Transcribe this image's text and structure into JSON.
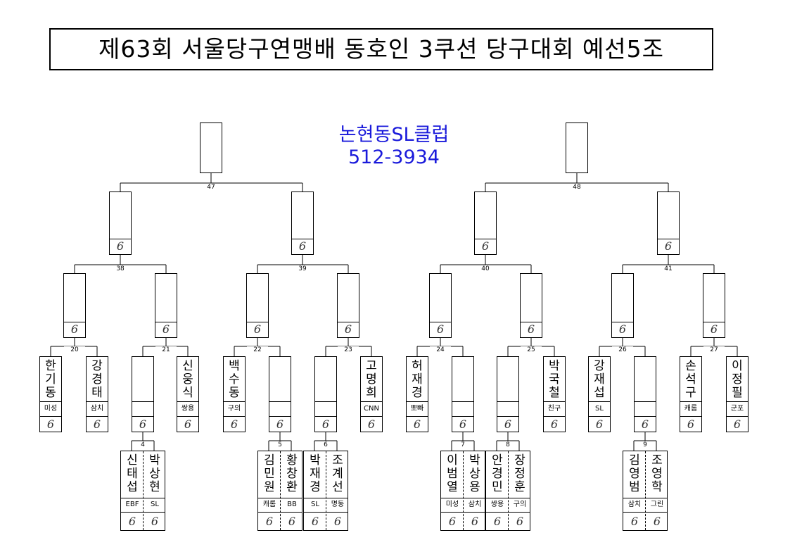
{
  "title": "제63회 서울당구연맹배 동호인 3쿠션 당구대회 예선5조",
  "club": {
    "name": "논현동SL클럽",
    "phone": "512-3934"
  },
  "score_mark": "6",
  "match_numbers": [
    "47",
    "48",
    "38",
    "39",
    "40",
    "41",
    "20",
    "21",
    "22",
    "23",
    "24",
    "25",
    "26",
    "27",
    "4",
    "5",
    "6",
    "7",
    "8",
    "9"
  ],
  "players": [
    {
      "name": "한기동",
      "aff": "미성"
    },
    {
      "name": "강경태",
      "aff": "삼치"
    },
    {
      "name": "신웅식",
      "aff": "쌍용"
    },
    {
      "name": "백수동",
      "aff": "구의"
    },
    {
      "name": "고명희",
      "aff": "CNN"
    },
    {
      "name": "허재경",
      "aff": "뽀빠"
    },
    {
      "name": "박국철",
      "aff": "친구"
    },
    {
      "name": "강재섭",
      "aff": "SL"
    },
    {
      "name": "손석구",
      "aff": "캐롬"
    },
    {
      "name": "이정필",
      "aff": "군포"
    },
    {
      "name": "신태섭",
      "aff": "EBF"
    },
    {
      "name": "박상현",
      "aff": "SL"
    },
    {
      "name": "김민원",
      "aff": "캐롬"
    },
    {
      "name": "황창환",
      "aff": "BB"
    },
    {
      "name": "박재경",
      "aff": "SL"
    },
    {
      "name": "조계선",
      "aff": "명동"
    },
    {
      "name": "이범열",
      "aff": "미성"
    },
    {
      "name": "박상용",
      "aff": "삼치"
    },
    {
      "name": "안경민",
      "aff": "쌍용"
    },
    {
      "name": "장정훈",
      "aff": "구의"
    },
    {
      "name": "김영범",
      "aff": "삼치"
    },
    {
      "name": "조영학",
      "aff": "그린"
    }
  ]
}
